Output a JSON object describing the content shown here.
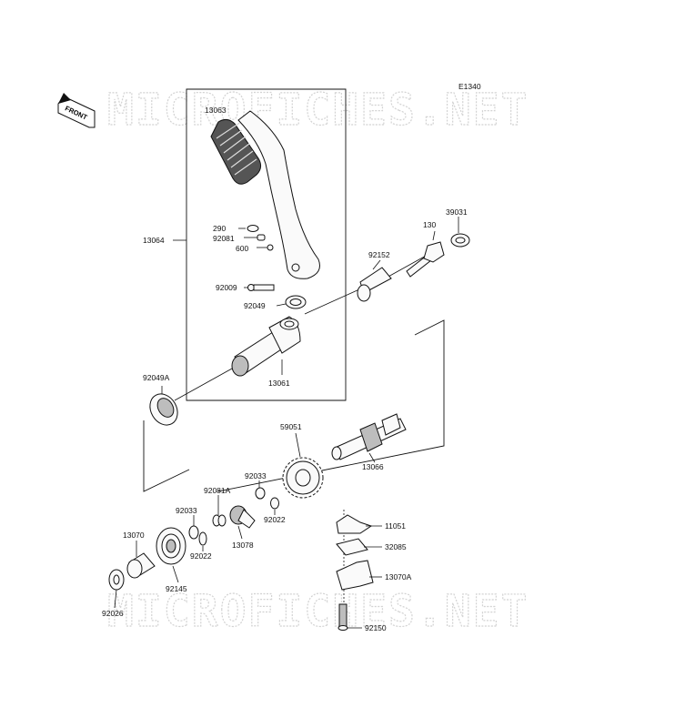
{
  "diagram_code": "E1340",
  "front_label": "FRONT",
  "watermark_text": "MICROFICHES.NET",
  "parts": {
    "p13063": "13063",
    "p13064": "13064",
    "p290": "290",
    "p92081": "92081",
    "p600": "600",
    "p92009": "92009",
    "p92049": "92049",
    "p13061": "13061",
    "p92049A": "92049A",
    "p92152": "92152",
    "p130": "130",
    "p39031": "39031",
    "p59051": "59051",
    "p13066": "13066",
    "p92033a": "92033",
    "p92022a": "92022",
    "p92081A": "92081A",
    "p92033b": "92033",
    "p13078": "13078",
    "p92022b": "92022",
    "p13070": "13070",
    "p92145": "92145",
    "p92026": "92026",
    "p11051": "11051",
    "p32085": "32085",
    "p13070A": "13070A",
    "p92150": "92150"
  },
  "colors": {
    "line": "#111111",
    "watermark": "#d3d3d3",
    "background": "#ffffff"
  }
}
